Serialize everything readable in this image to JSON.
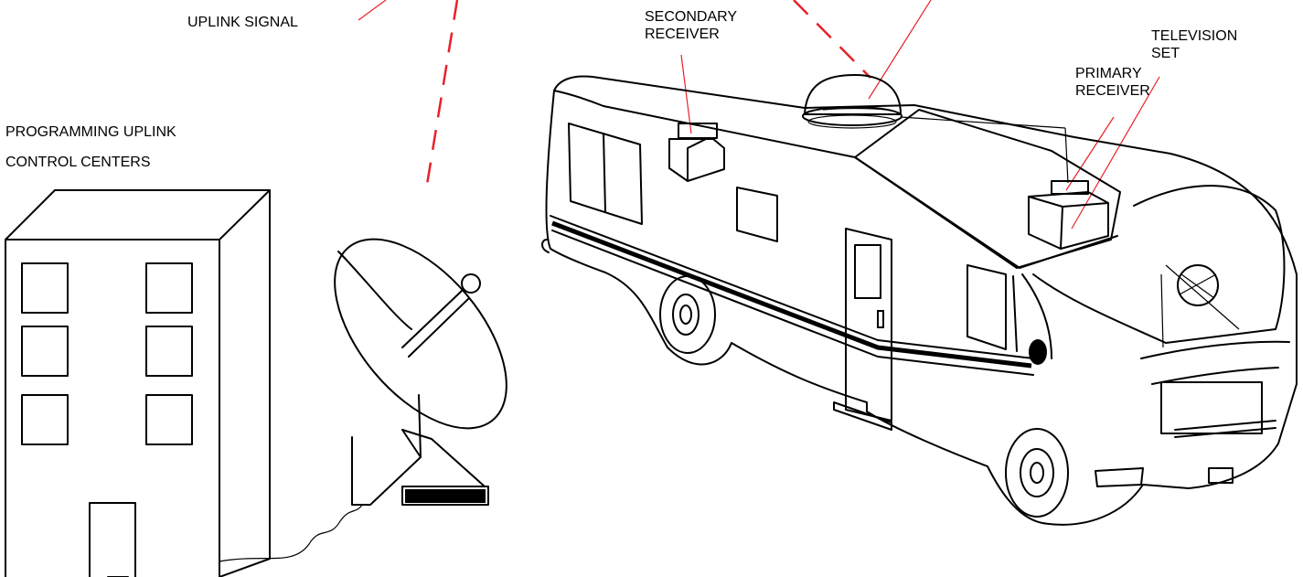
{
  "labels": {
    "uplink_signal": "UPLINK SIGNAL",
    "control_centers": [
      "PROGRAMMING UPLINK",
      "CONTROL CENTERS"
    ],
    "secondary_receiver": [
      "SECONDARY",
      "RECEIVER"
    ],
    "primary_receiver": [
      "PRIMARY",
      "RECEIVER"
    ],
    "television_set": [
      "TELEVISION",
      "SET"
    ]
  },
  "colors": {
    "signal_line": "#e8202a",
    "outline": "#000000",
    "background": "#ffffff"
  }
}
